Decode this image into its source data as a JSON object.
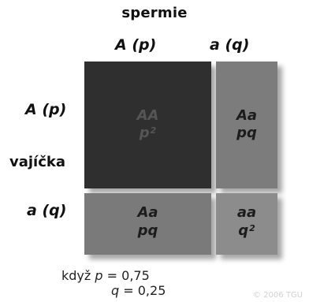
{
  "header": {
    "title": "spermie"
  },
  "columns": [
    {
      "allele": "A",
      "frequency": "(p)"
    },
    {
      "allele": "a",
      "frequency": "(q)"
    }
  ],
  "rows": [
    {
      "allele": "A",
      "frequency": "(p)"
    },
    {
      "allele": "a",
      "frequency": "(q)"
    }
  ],
  "side": {
    "title": "vajíčka"
  },
  "cells": [
    {
      "genotype": "AA",
      "freq_base": "p",
      "freq_exp": "2",
      "color": "#2f2f2f",
      "text_color": "#555555"
    },
    {
      "genotype": "Aa",
      "freq_base": "pq",
      "freq_exp": "",
      "color": "#7c7c7c",
      "text_color": "#1c1c1c"
    },
    {
      "genotype": "Aa",
      "freq_base": "pq",
      "freq_exp": "",
      "color": "#7a7a7a",
      "text_color": "#1c1c1c"
    },
    {
      "genotype": "aa",
      "freq_base": "q",
      "freq_exp": "2",
      "color": "#8c8c8c",
      "text_color": "#1c1c1c"
    }
  ],
  "note": {
    "prefix": "když",
    "p_symbol": "p",
    "p_value": "= 0,75",
    "q_symbol": "q",
    "q_value": "= 0,25"
  },
  "credit": "© 2006 TGU"
}
